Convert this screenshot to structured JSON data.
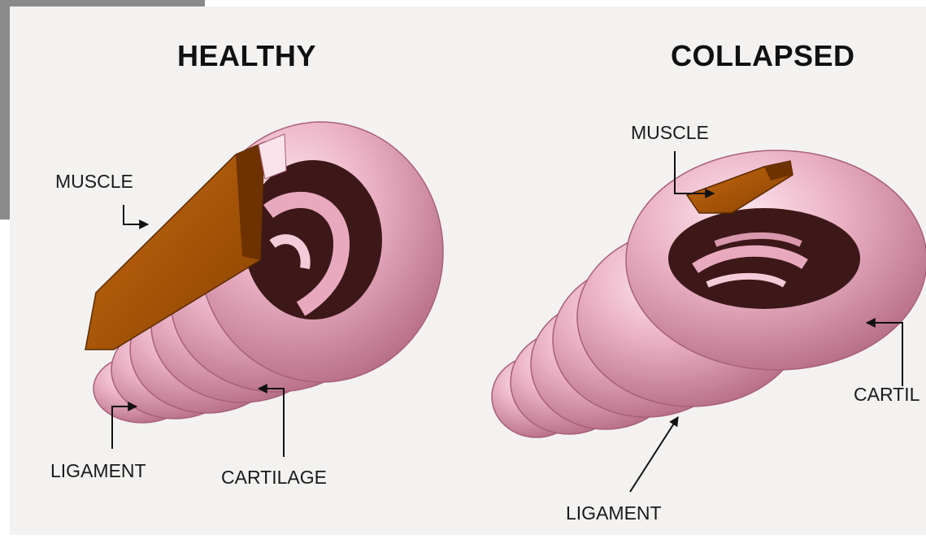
{
  "healthy": {
    "title": "HEALTHY",
    "labels": {
      "muscle": "MUSCLE",
      "ligament": "LIGAMENT",
      "cartilage": "CARTILAGE"
    }
  },
  "collapsed": {
    "title": "COLLAPSED",
    "labels": {
      "muscle": "MUSCLE",
      "ligament": "LIGAMENT",
      "cartilage": "CARTIL"
    }
  },
  "colors": {
    "background": "#f3f2f0",
    "cartilage": "#e6a6bb",
    "cartilage_highlight": "#fbe3ec",
    "lumen": "#3d1818",
    "muscle": "#a85507",
    "muscle_dark": "#6e3200"
  }
}
